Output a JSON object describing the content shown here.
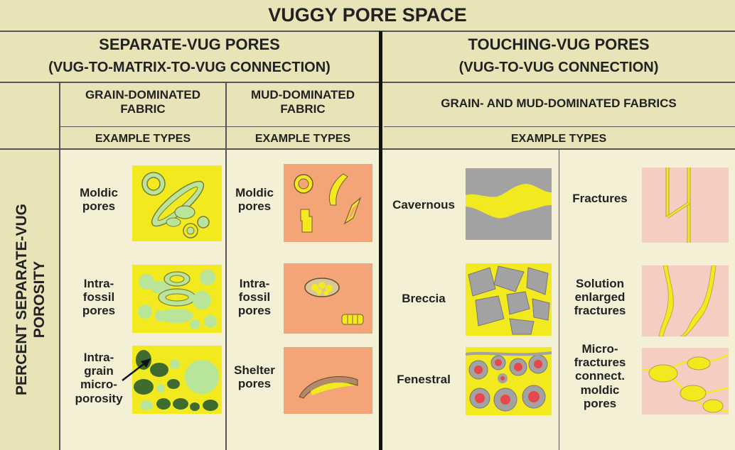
{
  "title": "VUGGY PORE SPACE",
  "separate": {
    "heading": "SEPARATE-VUG PORES",
    "subheading": "(VUG-TO-MATRIX-TO-VUG CONNECTION)",
    "grain_fabric": "GRAIN-DOMINATED\nFABRIC",
    "mud_fabric": "MUD-DOMINATED\nFABRIC",
    "example_types_grain": "EXAMPLE TYPES",
    "example_types_mud": "EXAMPLE TYPES",
    "side_label": "PERCENT  SEPARATE-VUG\nPOROSITY",
    "grain_examples": [
      {
        "label": "Moldic\npores"
      },
      {
        "label": "Intra-\nfossil\npores"
      },
      {
        "label": "Intra-\ngrain\nmicro-\nporosity"
      }
    ],
    "mud_examples": [
      {
        "label": "Moldic\npores"
      },
      {
        "label": "Intra-\nfossil\npores"
      },
      {
        "label": "Shelter\npores"
      }
    ]
  },
  "touching": {
    "heading": "TOUCHING-VUG PORES",
    "subheading": "(VUG-TO-VUG CONNECTION)",
    "fabric": "GRAIN- AND MUD-DOMINATED FABRICS",
    "example_types": "EXAMPLE TYPES",
    "left_examples": [
      {
        "label": "Cavernous"
      },
      {
        "label": "Breccia"
      },
      {
        "label": "Fenestral"
      }
    ],
    "right_examples": [
      {
        "label": "Fractures"
      },
      {
        "label": "Solution\nenlarged\nfractures"
      },
      {
        "label": "Micro-\nfractures\nconnect.\nmoldic\npores"
      }
    ]
  },
  "colors": {
    "background": "#f4f0d6",
    "header_band": "#e9e3b8",
    "yellow_matrix": "#f2ea1f",
    "light_green_grain": "#b9e59a",
    "dark_green_grain": "#3f6b2f",
    "orange_mud": "#f4a577",
    "gray_matrix": "#a2a2a2",
    "pink_matrix": "#f6cdc2",
    "red_pore": "#e8474b",
    "divider": "#111111"
  }
}
